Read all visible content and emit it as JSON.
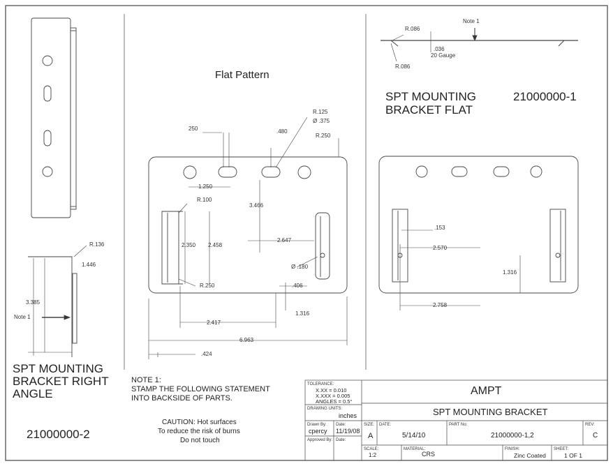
{
  "views": {
    "flat_pattern_title": "Flat Pattern",
    "side_flat_title_line1": "SPT MOUNTING",
    "side_flat_title_line2": "BRACKET FLAT",
    "side_flat_part_no": "21000000-1",
    "right_angle_title_line1": "SPT MOUNTING",
    "right_angle_title_line2": "BRACKET RIGHT",
    "right_angle_title_line3": "ANGLE",
    "right_angle_part_no": "21000000-2"
  },
  "dimensions": {
    "top_r086a": "R.086",
    "top_note1": "Note 1",
    "top_036": ".036",
    "top_gauge": "20 Gauge",
    "top_r086b": "R.086",
    "d250": "250",
    "d480": ".480",
    "r125": "R.125",
    "dia375": "Ø .375",
    "r250_top": "R.250",
    "d1250": "1.250",
    "r100": "R.100",
    "d3466": "3.466",
    "d2350": "2.350",
    "d2458": "2.458",
    "d2647": "2.647",
    "dia180": "Ø .180",
    "r250_bot": "R.250",
    "d406": ".406",
    "d1316a": "1.316",
    "d2417": "2.417",
    "d6963": "6.963",
    "d424": ".424",
    "r_d153": ".153",
    "r_d2570": "2.570",
    "r_d1316": "1.316",
    "r_d2758": "2.758",
    "l_r136": "R.136",
    "l_1446": "1.446",
    "l_3385": "3.385",
    "l_note1": "Note 1"
  },
  "notes": {
    "note_title": "NOTE 1:",
    "note_line1": "STAMP THE FOLLOWING STATEMENT",
    "note_line2": "INTO BACKSIDE OF PARTS.",
    "caution1": "CAUTION:  Hot surfaces",
    "caution2": "To reduce the risk of burns",
    "caution3": "Do not touch"
  },
  "title_block": {
    "tolerance_label": "TOLERANCE:",
    "tol1": "X.XX  = 0.010",
    "tol2": "X.XXX = 0.005",
    "tol3": "ANGLES = 0.5°",
    "drawing_units_label": "DRAWING UNITS:",
    "drawing_units": "inches",
    "drawn_by_label": "Drawn By:",
    "drawn_by": "cpercy",
    "date_label1": "Date:",
    "drawn_date": "11/19/08",
    "approved_label": "Approved By:",
    "date_label2": "Date:",
    "company": "AMPT",
    "drawing_title": "SPT MOUNTING BRACKET",
    "size_label": "SIZE:",
    "size": "A",
    "date_label": "DATE:",
    "date": "5/14/10",
    "part_no_label": "PART No:",
    "part_no": "21000000-1,2",
    "rev_label": "REV:",
    "rev": "C",
    "scale_label": "SCALE:",
    "scale": "1:2",
    "material_label": "MATERIAL:",
    "material": "CRS",
    "finish_label": "FINISH:",
    "finish": "Zinc Coated",
    "sheet_label": "SHEET:",
    "sheet": "1 OF 1"
  }
}
